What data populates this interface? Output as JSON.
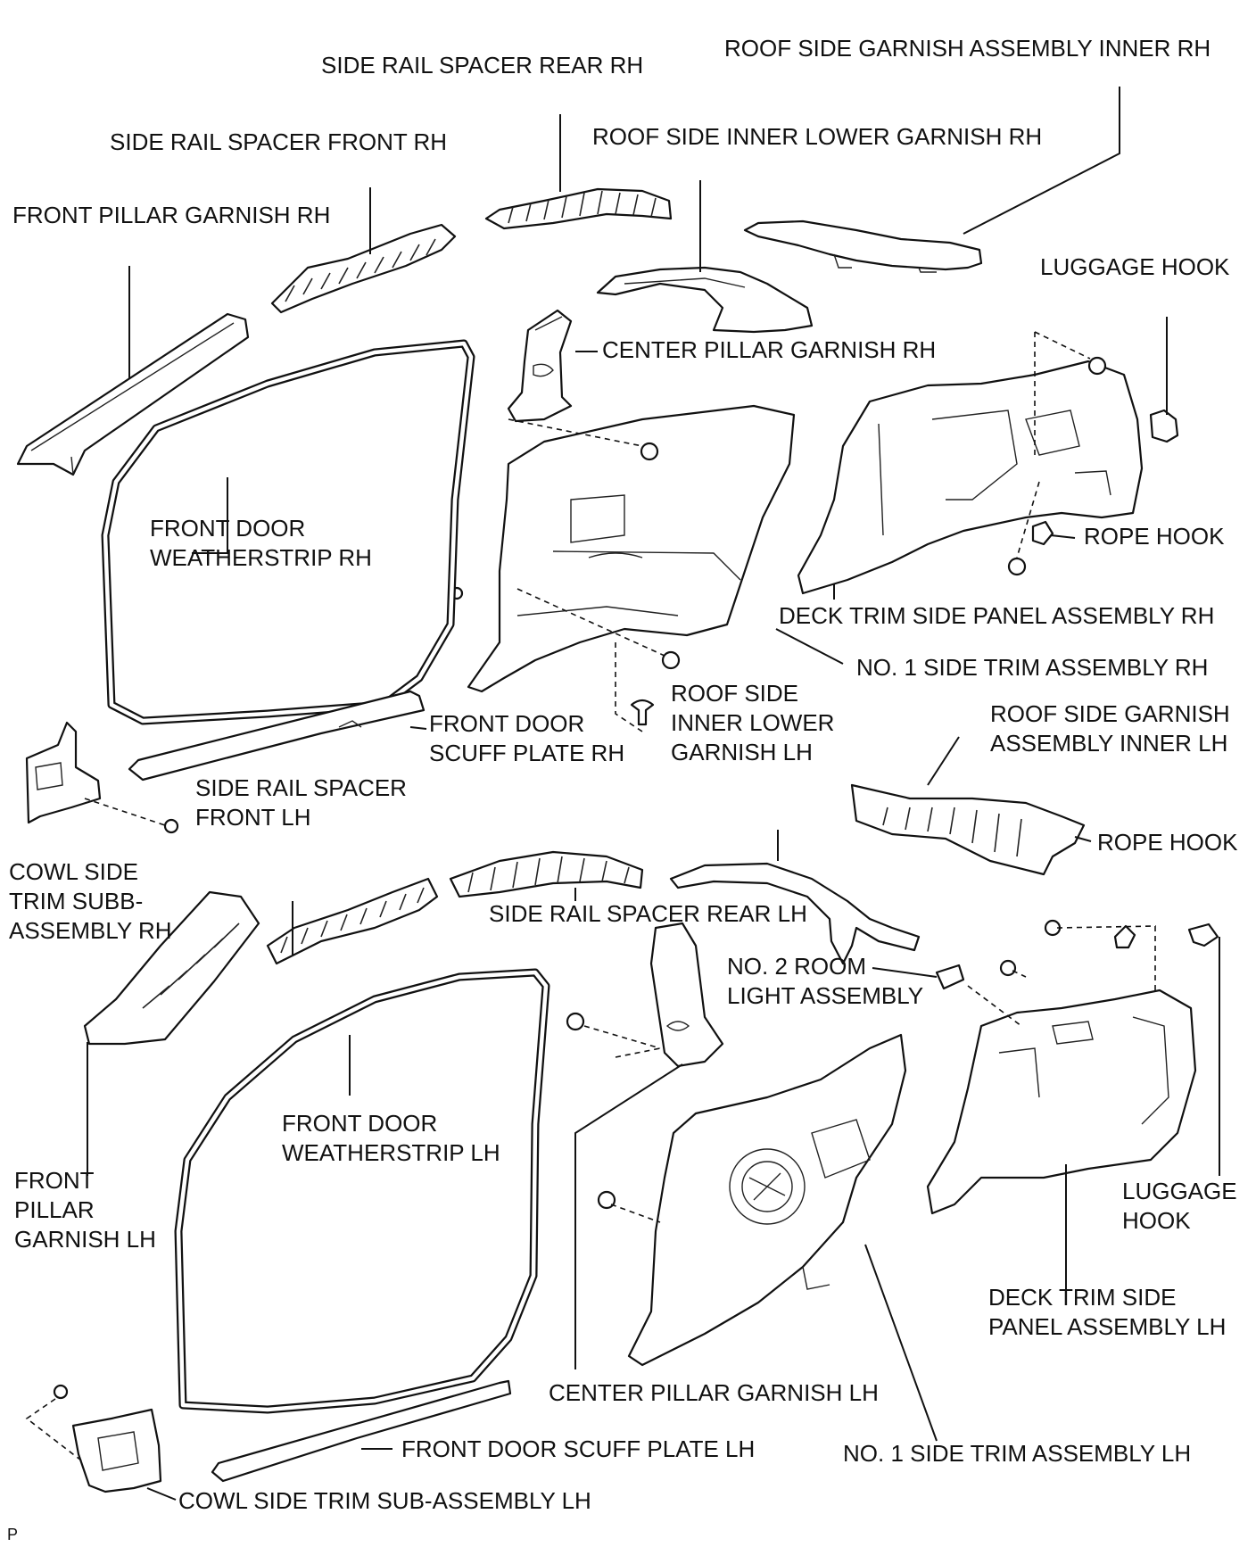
{
  "labels": {
    "side_rail_spacer_rear_rh": "SIDE RAIL SPACER REAR RH",
    "roof_side_garnish_assembly_inner_rh": "ROOF SIDE GARNISH ASSEMBLY INNER RH",
    "side_rail_spacer_front_rh": "SIDE RAIL SPACER FRONT RH",
    "roof_side_inner_lower_garnish_rh": "ROOF SIDE INNER LOWER GARNISH RH",
    "front_pillar_garnish_rh": "FRONT PILLAR GARNISH RH",
    "luggage_hook_rh": "LUGGAGE HOOK",
    "center_pillar_garnish_rh": "CENTER PILLAR GARNISH RH",
    "front_door_weatherstrip_rh_1": "FRONT DOOR",
    "front_door_weatherstrip_rh_2": "WEATHERSTRIP RH",
    "rope_hook_rh": "ROPE HOOK",
    "deck_trim_side_panel_assembly_rh": "DECK TRIM SIDE PANEL ASSEMBLY RH",
    "no1_side_trim_assembly_rh": "NO. 1 SIDE TRIM ASSEMBLY RH",
    "roof_side_inner_lower_garnish_lh_1": "ROOF SIDE",
    "roof_side_inner_lower_garnish_lh_2": "INNER LOWER",
    "roof_side_inner_lower_garnish_lh_3": "GARNISH LH",
    "front_door_scuff_plate_rh_1": "FRONT DOOR",
    "front_door_scuff_plate_rh_2": "SCUFF PLATE RH",
    "roof_side_garnish_assembly_inner_lh_1": "ROOF SIDE GARNISH",
    "roof_side_garnish_assembly_inner_lh_2": "ASSEMBLY INNER LH",
    "side_rail_spacer_front_lh_1": "SIDE RAIL SPACER",
    "side_rail_spacer_front_lh_2": "FRONT LH",
    "rope_hook_lh": "ROPE HOOK",
    "cowl_side_trim_rh_1": "COWL SIDE",
    "cowl_side_trim_rh_2": "TRIM SUBB-",
    "cowl_side_trim_rh_3": "ASSEMBLY RH",
    "side_rail_spacer_rear_lh": "SIDE RAIL SPACER REAR LH",
    "no2_room_light_1": "NO. 2 ROOM",
    "no2_room_light_2": "LIGHT ASSEMBLY",
    "front_door_weatherstrip_lh_1": "FRONT DOOR",
    "front_door_weatherstrip_lh_2": "WEATHERSTRIP LH",
    "front_pillar_garnish_lh_1": "FRONT",
    "front_pillar_garnish_lh_2": "PILLAR",
    "front_pillar_garnish_lh_3": "GARNISH LH",
    "luggage_hook_lh_1": "LUGGAGE",
    "luggage_hook_lh_2": "HOOK",
    "deck_trim_side_panel_assembly_lh_1": "DECK TRIM SIDE",
    "deck_trim_side_panel_assembly_lh_2": "PANEL ASSEMBLY LH",
    "center_pillar_garnish_lh": "CENTER PILLAR GARNISH LH",
    "front_door_scuff_plate_lh": "FRONT DOOR SCUFF PLATE LH",
    "no1_side_trim_assembly_lh": "NO. 1 SIDE TRIM ASSEMBLY LH",
    "cowl_side_trim_sub_assembly_lh": "COWL SIDE TRIM SUB-ASSEMBLY LH",
    "figure_code": "P"
  }
}
